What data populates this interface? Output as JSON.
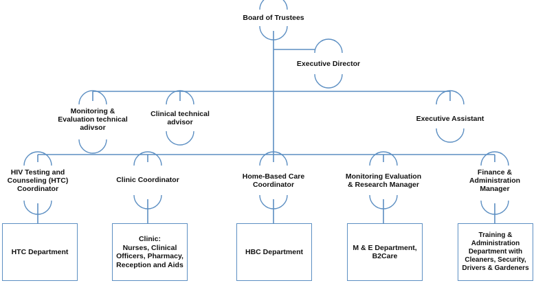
{
  "colors": {
    "line": "#5b8ec2",
    "text": "#111111"
  },
  "org": {
    "board": "Board of Trustees",
    "executive_director": "Executive Director",
    "advisors": {
      "me_advisor": "Monitoring &\nEvaluation technical\nadivsor",
      "clinical_advisor": "Clinical technical\nadvisor",
      "executive_assistant": "Executive Assistant"
    },
    "managers": {
      "htc_coordinator": "HIV Testing and\nCounseling (HTC)\nCoordinator",
      "clinic_coordinator": "Clinic Coordinator",
      "hbc_coordinator": "Home-Based Care\nCoordinator",
      "mer_manager": "Monitoring Evaluation\n& Research Manager",
      "finance_manager": "Finance &\nAdministration\nManager"
    },
    "departments": {
      "htc_department": "HTC Department",
      "clinic_department": "Clinic:\nNurses, Clinical\nOfficers, Pharmacy,\nReception and Aids",
      "hbc_department": "HBC Department",
      "me_department": "M & E Department,\nB2Care",
      "training_department": "Training &\nAdministration\nDepartment with\nCleaners, Security,\nDrivers & Gardeners"
    }
  }
}
